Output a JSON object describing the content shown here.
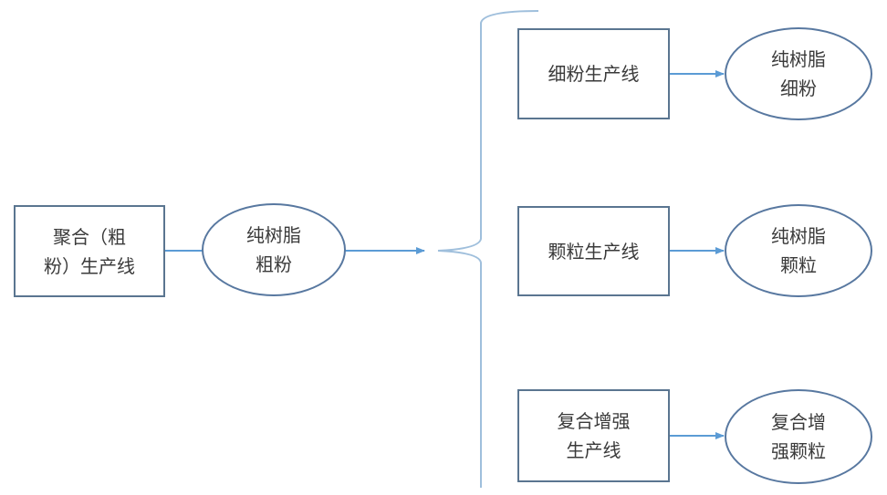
{
  "nodes": {
    "polymerization_line": "聚合（粗\n粉）生产线",
    "pure_resin_coarse": "纯树脂\n粗粉",
    "fine_powder_line": "细粉生产线",
    "pure_resin_fine": "纯树脂\n细粉",
    "granule_line": "颗粒生产线",
    "pure_resin_granule": "纯树脂\n颗粒",
    "composite_line": "复合增强\n生产线",
    "composite_granule": "复合增\n强颗粒"
  },
  "colors": {
    "arrow": "#5b9bd5",
    "box_border": "#5a7590",
    "ellipse_border": "#5878a0"
  }
}
